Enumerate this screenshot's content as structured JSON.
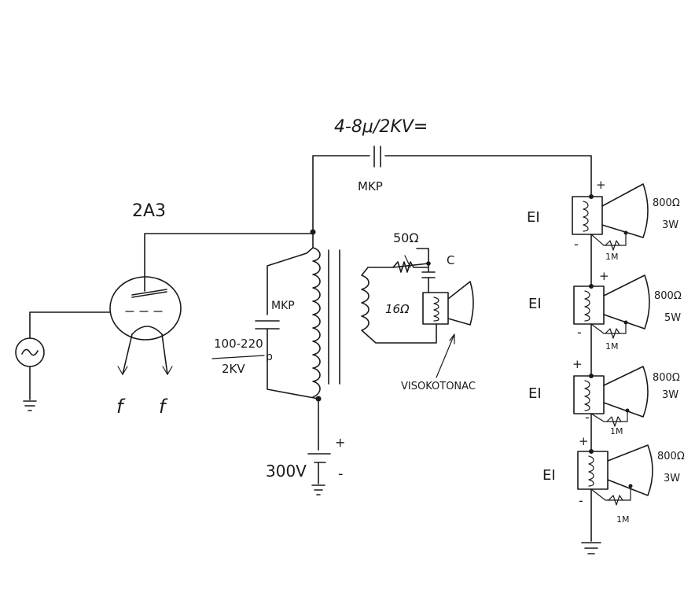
{
  "labels": {
    "coupling_cap_value": "4-8μ/2KV=",
    "coupling_cap_type": "MKP",
    "tube": "2A3",
    "shunt_cap_type": "MKP",
    "shunt_cap_value": "100-220",
    "shunt_cap_unit": "p",
    "shunt_cap_voltage": "2KV",
    "supply_voltage": "300V",
    "heater_left": "f",
    "heater_right": "f",
    "tweeter_attenuator": "50Ω",
    "tweeter_cap": "C",
    "tweeter_impedance": "16Ω",
    "tweeter_name": "VISOKOTONAC",
    "plus_sign": "+",
    "minus_sign": "-",
    "ei_1": "EI",
    "ei_2": "EI",
    "ei_3": "EI",
    "ei_4": "EI",
    "spk1_imp": "800Ω",
    "spk1_pow": "3W",
    "spk2_imp": "800Ω",
    "spk2_pow": "5W",
    "spk3_imp": "800Ω",
    "spk3_pow": "3W",
    "spk4_imp": "800Ω",
    "spk4_pow": "3W",
    "res1": "1M",
    "res2": "1M",
    "res3": "1M",
    "res4": "1M"
  },
  "colors": {
    "ink": "#1a1a1a",
    "paper": "#ffffff"
  },
  "icons": [
    "signal-source-icon",
    "triode-tube-icon",
    "ground-icon",
    "battery-icon",
    "horn-speaker-icon",
    "transformer-icon",
    "capacitor-icon",
    "resistor-icon"
  ]
}
